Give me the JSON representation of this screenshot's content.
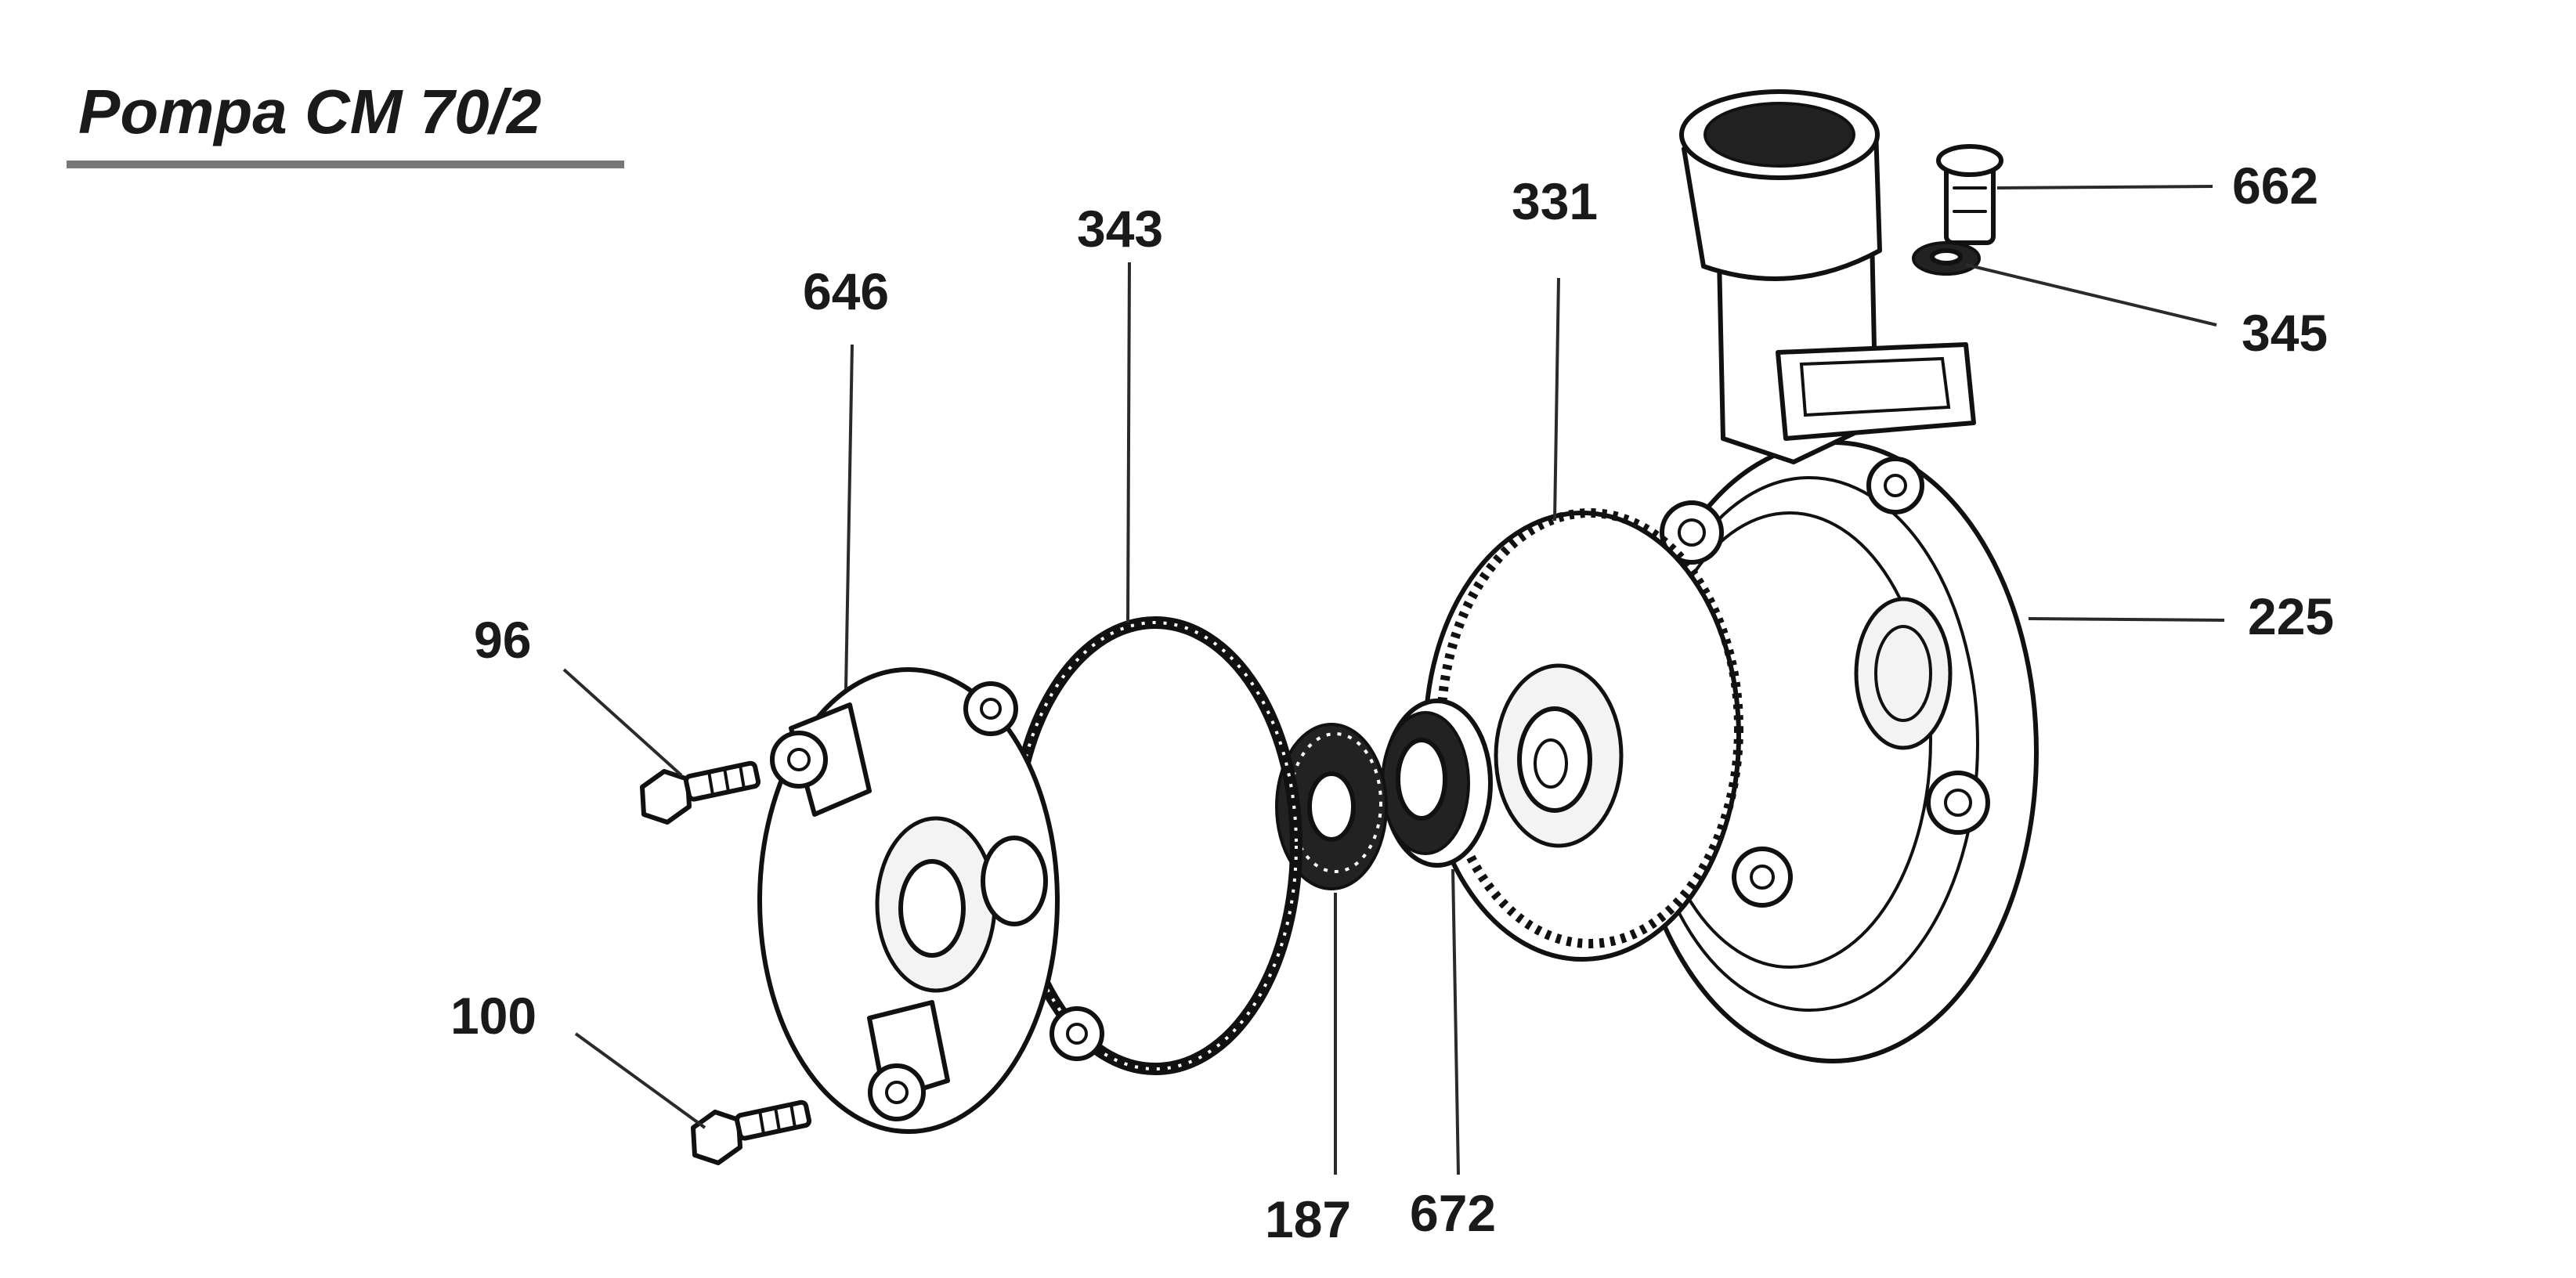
{
  "title": "Pompa CM 70/2",
  "colors": {
    "ink": "#111111",
    "background": "#ffffff",
    "underline": "#777777"
  },
  "parts": {
    "p662": "662",
    "p345": "345",
    "p331": "331",
    "p343": "343",
    "p646": "646",
    "p225": "225",
    "p96": "96",
    "p100": "100",
    "p187": "187",
    "p672": "672"
  }
}
